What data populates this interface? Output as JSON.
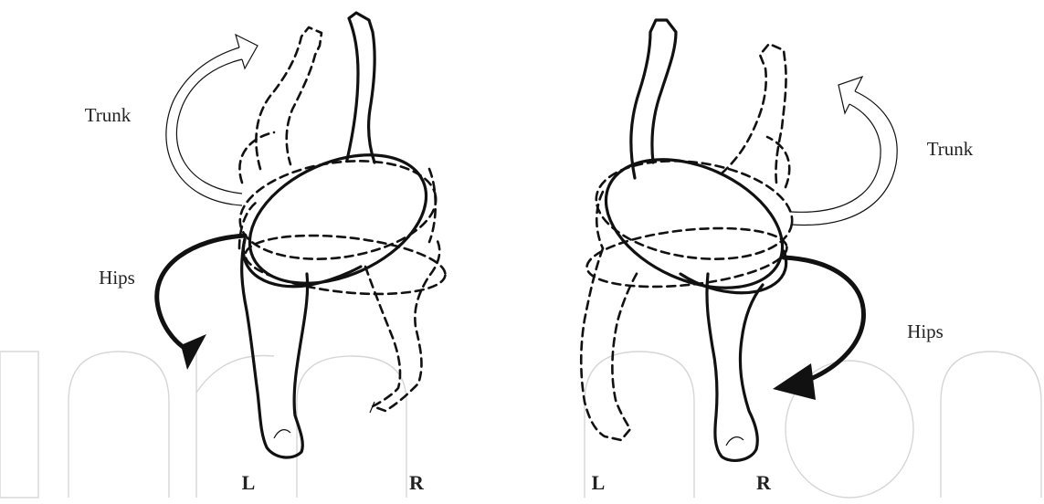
{
  "figures": [
    {
      "trunk_label": "Trunk",
      "hips_label": "Hips",
      "left_label": "L",
      "right_label": "R"
    },
    {
      "trunk_label": "Trunk",
      "hips_label": "Hips",
      "left_label": "L",
      "right_label": "R"
    }
  ],
  "colors": {
    "line": "#111111",
    "label": "#222222",
    "watermark": "#d6d6d6",
    "background": "#ffffff"
  }
}
